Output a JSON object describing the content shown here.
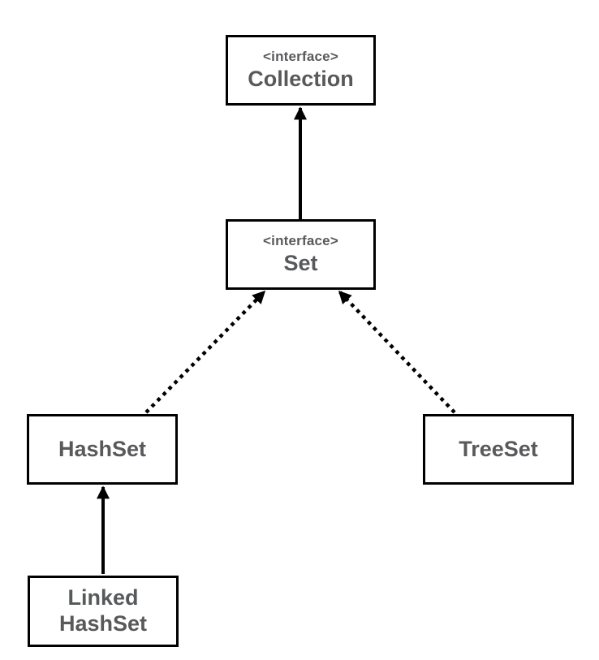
{
  "diagram": {
    "kind": "uml-class-hierarchy",
    "colors": {
      "background": "#ffffff",
      "box_fill": "#ffffff",
      "box_border": "#000000",
      "text": "#58595b",
      "arrow": "#000000"
    },
    "nodes": [
      {
        "id": "collection",
        "stereotype": "<interface>",
        "label": "Collection"
      },
      {
        "id": "set",
        "stereotype": "<interface>",
        "label": "Set"
      },
      {
        "id": "hashset",
        "label": "HashSet"
      },
      {
        "id": "treeset",
        "label": "TreeSet"
      },
      {
        "id": "linkedhashset",
        "label": "Linked HashSet",
        "lines": [
          "Linked",
          "HashSet"
        ]
      }
    ],
    "edges": [
      {
        "from": "Set",
        "to": "Collection",
        "style": "solid"
      },
      {
        "from": "HashSet",
        "to": "Set",
        "style": "dotted"
      },
      {
        "from": "TreeSet",
        "to": "Set",
        "style": "dotted"
      },
      {
        "from": "LinkedHashSet",
        "to": "HashSet",
        "style": "solid"
      }
    ]
  }
}
